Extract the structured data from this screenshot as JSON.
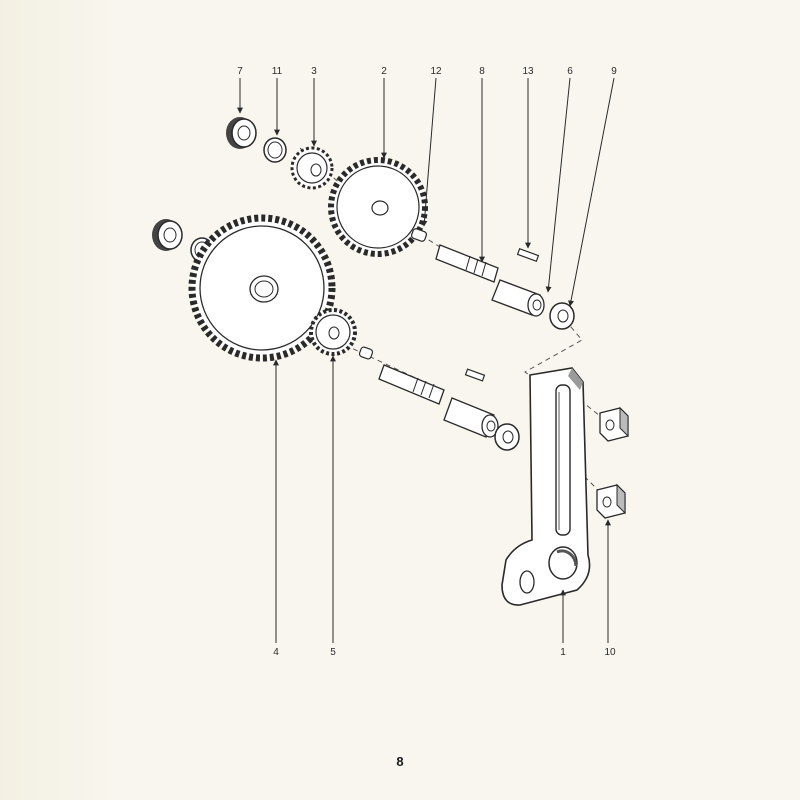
{
  "callouts": {
    "c7": "7",
    "c11": "11",
    "c3": "3",
    "c2": "2",
    "c12": "12",
    "c8": "8",
    "c13": "13",
    "c6": "6",
    "c9": "9",
    "c4": "4",
    "c5": "5",
    "c1": "1",
    "c10": "10"
  },
  "page_number": "8",
  "colors": {
    "ink": "#2a2a2a",
    "paper": "#f8f6ee",
    "part_fill": "#ffffff",
    "shade": "#9a9a9a"
  }
}
